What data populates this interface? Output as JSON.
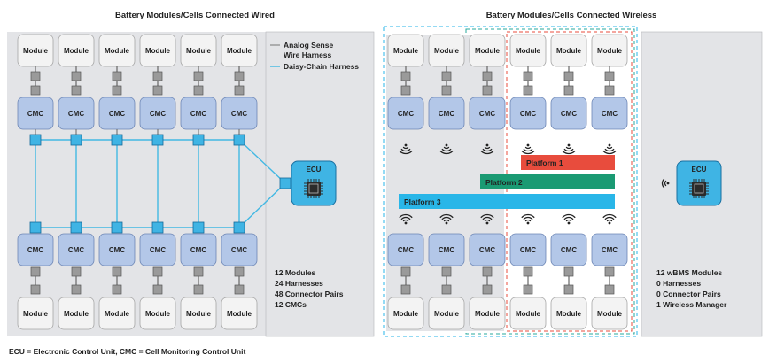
{
  "wired": {
    "title": "Battery Modules/Cells Connected Wired",
    "module_label": "Module",
    "cmc_label": "CMC",
    "ecu_label": "ECU",
    "legend": {
      "analog_line1": "Analog Sense",
      "analog_line2": "Wire Harness",
      "daisy": "Daisy-Chain Harness"
    },
    "stats": [
      "12 Modules",
      "24 Harnesses",
      "48 Connector Pairs",
      "12 CMCs"
    ]
  },
  "wireless": {
    "title": "Battery Modules/Cells Connected Wireless",
    "module_label": "Module",
    "cmc_label": "CMC",
    "ecu_label": "ECU",
    "platforms": [
      {
        "label": "Platform 1",
        "color": "#e84c3d"
      },
      {
        "label": "Platform 2",
        "color": "#1a9a73"
      },
      {
        "label": "Platform 3",
        "color": "#29b6e8"
      }
    ],
    "stats": [
      "12 wBMS Modules",
      "0 Harnesses",
      "0 Connector Pairs",
      "1 Wireless Manager"
    ]
  },
  "footnote": "ECU = Electronic Control Unit, CMC = Cell Monitoring Control Unit",
  "colors": {
    "panel": "#e3e4e7",
    "module_fill": "#f3f3f3",
    "cmc_fill": "#b3c7e8",
    "connector": "#9a9a9a",
    "daisy": "#42b8e3",
    "red_dash": "#e84c3d",
    "teal_dash": "#2aa89c",
    "blue_dash": "#29b6e8"
  }
}
